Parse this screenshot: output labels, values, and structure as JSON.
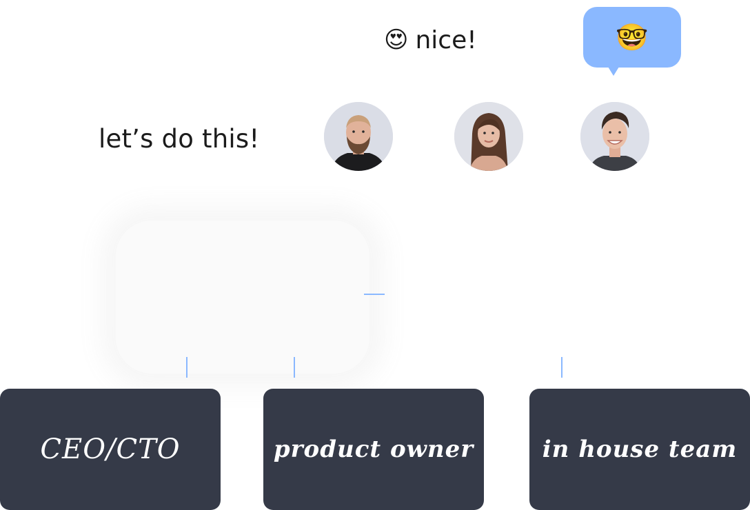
{
  "chat": {
    "nice_emoji": "😍",
    "nice_text": "nice!",
    "bubble_emoji": "🤓",
    "lets_text": "let’s do this!"
  },
  "avatars": [
    {
      "icon": "avatar-man-beard"
    },
    {
      "icon": "avatar-woman-long-hair"
    },
    {
      "icon": "avatar-man-smiling"
    }
  ],
  "roles": [
    {
      "label": "CEO/CTO"
    },
    {
      "label": "product owner"
    },
    {
      "label": "in house team"
    }
  ],
  "colors": {
    "accent": "#8ab8ff",
    "box": "#353a48",
    "text": "#1b1b1b"
  }
}
